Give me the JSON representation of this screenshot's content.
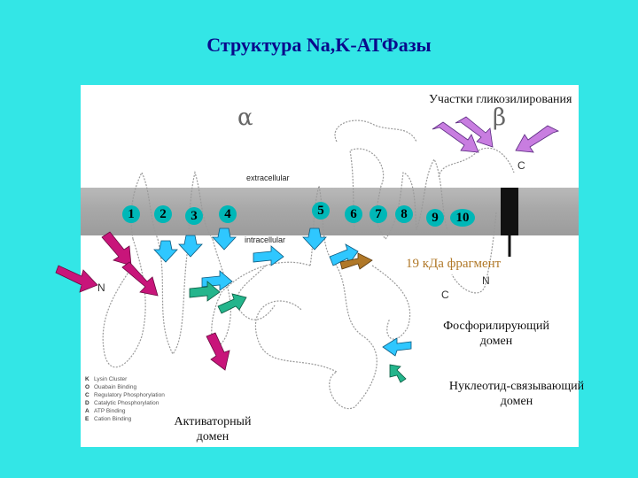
{
  "title": "Структура Na,K-АТФазы",
  "subunits": {
    "alpha": "α",
    "beta": "β"
  },
  "membrane": {
    "extracellular": "extracellular",
    "intracellular": "intracellular"
  },
  "termini": {
    "n_alpha": "N",
    "c_beta": "C",
    "n_beta": "N",
    "c_alpha": "C"
  },
  "tm_segments": [
    "1",
    "2",
    "3",
    "4",
    "5",
    "6",
    "7",
    "8",
    "9",
    "10"
  ],
  "annotations": {
    "glycosylation": "Участки гликозилирования",
    "fragment": "19 кДа фрагмент",
    "phosphorylating_line1": "Фосфорилирующий",
    "phosphorylating_line2": "домен",
    "nucleotide_line1": "Нуклеотид-связывающий",
    "nucleotide_line2": "домен",
    "activator_line1": "Активаторный",
    "activator_line2": "домен"
  },
  "legend": [
    {
      "symbol": "K",
      "label": "Lysin Cluster"
    },
    {
      "symbol": "O",
      "label": "Ouabain Binding"
    },
    {
      "symbol": "C",
      "label": "Regulatory Phosphorylation"
    },
    {
      "symbol": "D",
      "label": "Catalytic Phosphorylation"
    },
    {
      "symbol": "A",
      "label": "ATP Binding"
    },
    {
      "symbol": "E",
      "label": "Cation Binding"
    }
  ],
  "colors": {
    "background": "#33e6e6",
    "title": "#0a0a8c",
    "marker": "#00b7b7",
    "arrow_violet": "#c87de0",
    "arrow_magenta": "#c8157a",
    "arrow_cyan": "#2fc7ff",
    "arrow_green": "#24b58c",
    "arrow_brown": "#b07828",
    "fragment_text": "#b07828"
  }
}
